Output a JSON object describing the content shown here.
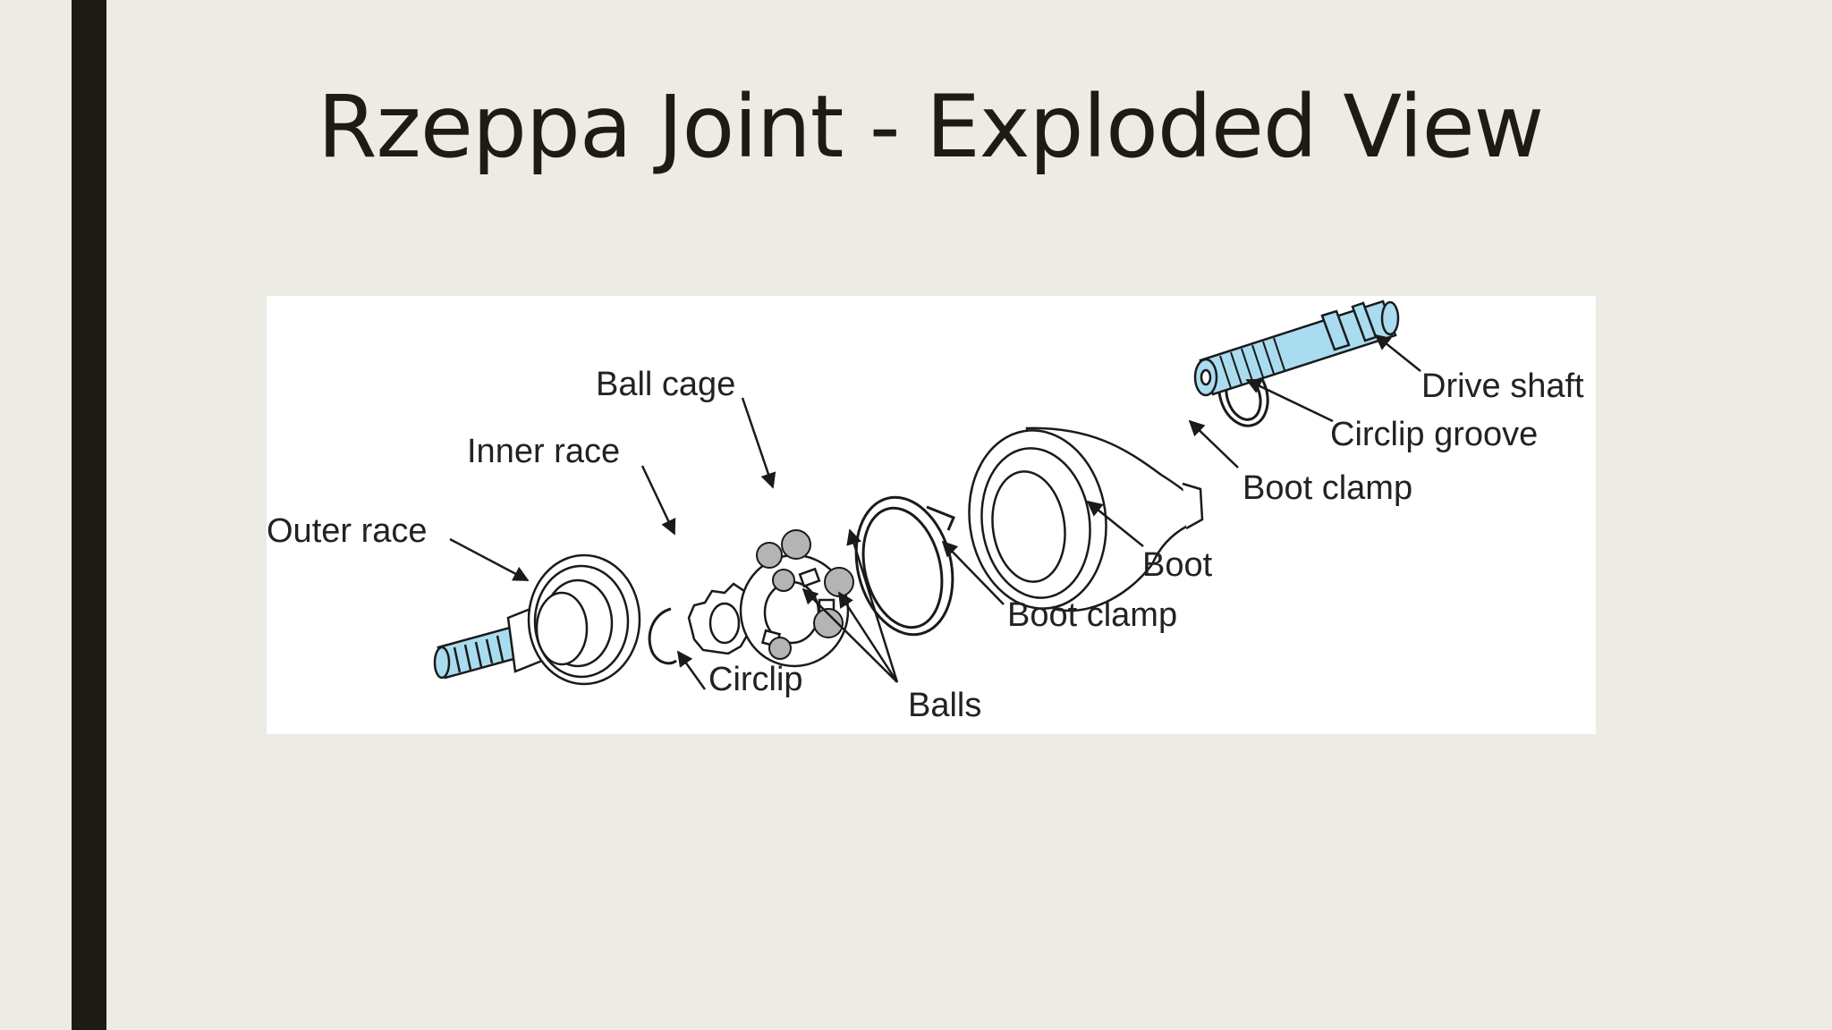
{
  "slide": {
    "title": "Rzeppa Joint - Exploded View"
  },
  "diagram": {
    "labels": {
      "outer_race": "Outer race",
      "inner_race": "Inner race",
      "ball_cage": "Ball cage",
      "circlip": "Circlip",
      "balls": "Balls",
      "boot_clamp_inner": "Boot clamp",
      "boot": "Boot",
      "boot_clamp_outer": "Boot clamp",
      "circlip_groove": "Circlip groove",
      "drive_shaft": "Drive shaft"
    },
    "colors": {
      "shaft_fill": "#a9dcef",
      "ball_fill": "#b4b4b4",
      "line": "#1a1a1a",
      "background": "#ffffff"
    }
  },
  "colors": {
    "page_background": "#ecebe4",
    "accent_bar": "#1d1c14",
    "title_text": "#1d1c14"
  }
}
